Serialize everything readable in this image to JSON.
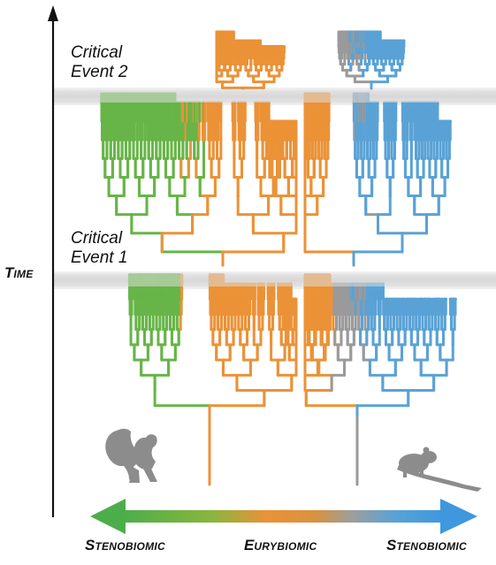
{
  "axis": {
    "time_label_first": "T",
    "time_label_rest": "IME"
  },
  "events": [
    {
      "line1": "Critical",
      "line2": "Event 2"
    },
    {
      "line1": "Critical",
      "line2": "Event 1"
    }
  ],
  "bottom_labels": [
    {
      "first": "S",
      "rest": "TENOBIOMIC"
    },
    {
      "first": "E",
      "rest": "URYBIOMIC"
    },
    {
      "first": "S",
      "rest": "TENOBIOMIC"
    }
  ],
  "colors": {
    "green": "#67b548",
    "orange": "#eb9237",
    "gray": "#9a9a9a",
    "blue": "#5aa2d6",
    "band": "#d4d4d4",
    "silhouette": "#8c8c8c"
  },
  "icons": [
    "squirrel-silhouette-icon",
    "rodent-silhouette-icon"
  ]
}
